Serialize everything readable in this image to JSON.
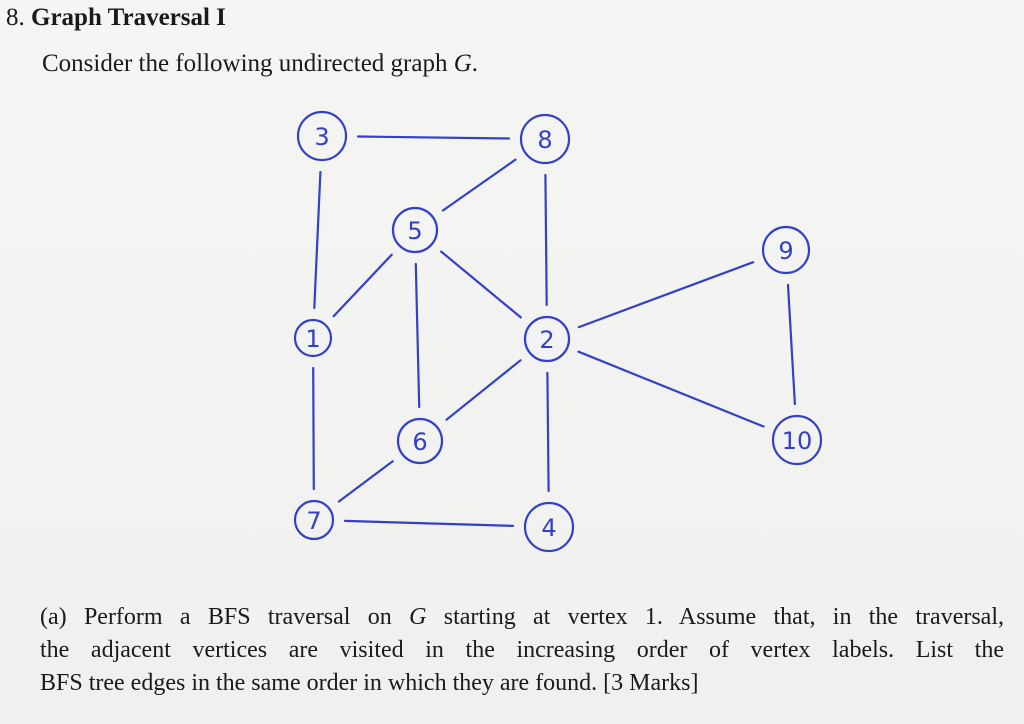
{
  "problem": {
    "number": "8.",
    "title": "Graph Traversal I",
    "intro_prefix": "Consider the following undirected graph ",
    "intro_var": "G",
    "intro_suffix": "."
  },
  "graph": {
    "nodes": [
      {
        "id": "3",
        "label": "3"
      },
      {
        "id": "8",
        "label": "8"
      },
      {
        "id": "5",
        "label": "5"
      },
      {
        "id": "9",
        "label": "9"
      },
      {
        "id": "1",
        "label": "1"
      },
      {
        "id": "2",
        "label": "2"
      },
      {
        "id": "6",
        "label": "6"
      },
      {
        "id": "10",
        "label": "10"
      },
      {
        "id": "7",
        "label": "7"
      },
      {
        "id": "4",
        "label": "4"
      }
    ],
    "edges": [
      [
        "3",
        "8"
      ],
      [
        "3",
        "1"
      ],
      [
        "8",
        "5"
      ],
      [
        "8",
        "2"
      ],
      [
        "5",
        "1"
      ],
      [
        "5",
        "6"
      ],
      [
        "5",
        "2"
      ],
      [
        "1",
        "7"
      ],
      [
        "2",
        "9"
      ],
      [
        "2",
        "6"
      ],
      [
        "2",
        "10"
      ],
      [
        "2",
        "4"
      ],
      [
        "9",
        "10"
      ],
      [
        "6",
        "7"
      ],
      [
        "7",
        "4"
      ]
    ],
    "stroke_color": "#3340c8"
  },
  "part_a": {
    "label": "(a)",
    "line1_pre": " Perform a BFS traversal on ",
    "line1_var": "G",
    "line1_post": " starting at vertex 1.  Assume that, in the traversal,",
    "line2": "the adjacent vertices are visited in the increasing order of vertex labels.  List the",
    "line3": "BFS tree edges in the same order in which they are found.  [3 Marks]"
  }
}
